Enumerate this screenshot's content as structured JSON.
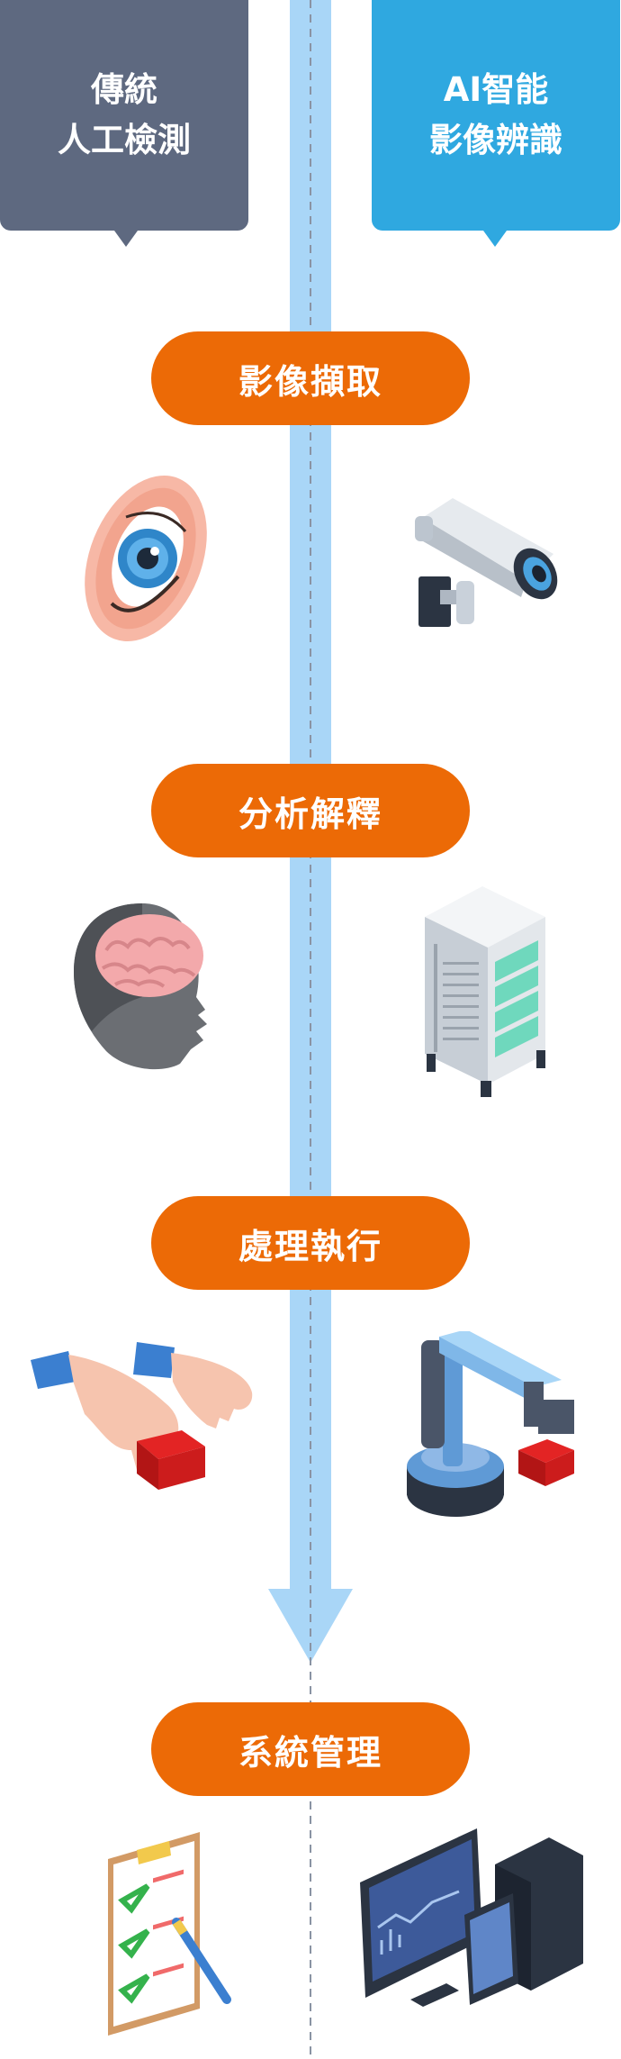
{
  "columns": {
    "left": {
      "line1": "傳統",
      "line2": "人工檢測"
    },
    "right": {
      "line1": "AI智能",
      "line2": "影像辨識"
    }
  },
  "stages": [
    {
      "label": "影像擷取",
      "left_icon": "eye-icon",
      "right_icon": "security-camera-icon"
    },
    {
      "label": "分析解釋",
      "left_icon": "brain-head-icon",
      "right_icon": "server-rack-icon"
    },
    {
      "label": "處理執行",
      "left_icon": "hands-block-icon",
      "right_icon": "robot-arm-icon"
    },
    {
      "label": "系統管理",
      "left_icon": "checklist-clipboard-icon",
      "right_icon": "computer-monitor-icon"
    }
  ],
  "colors": {
    "left_bubble": "#5e6980",
    "right_bubble": "#2fa8e0",
    "stage_pill": "#ec6a06",
    "flow_arrow": "#a9d6f7"
  }
}
